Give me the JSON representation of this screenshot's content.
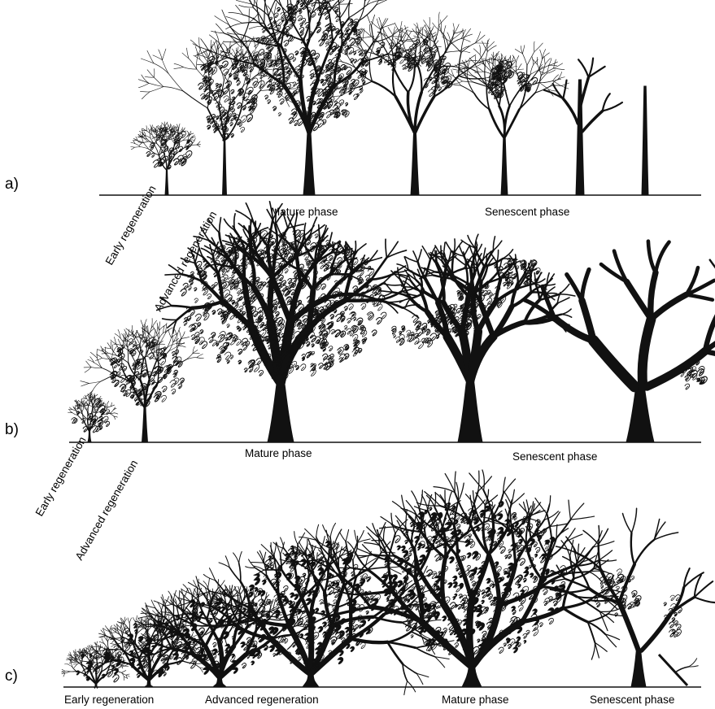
{
  "colors": {
    "ink": "#111111",
    "background": "#ffffff"
  },
  "panels": [
    {
      "letter": "a)",
      "labels": {
        "early": "Early regeneration",
        "advanced": "Advanced regeneration",
        "mature": "Mature phase",
        "senescent": "Senescent phase"
      }
    },
    {
      "letter": "b)",
      "labels": {
        "early": "Early regeneration",
        "advanced": "Advanced regeneration",
        "mature": "Mature phase",
        "senescent": "Senescent phase"
      }
    },
    {
      "letter": "c)",
      "labels": {
        "early": "Early regeneration",
        "advanced": "Advanced regeneration",
        "mature": "Mature phase",
        "senescent": "Senescent phase"
      }
    }
  ]
}
